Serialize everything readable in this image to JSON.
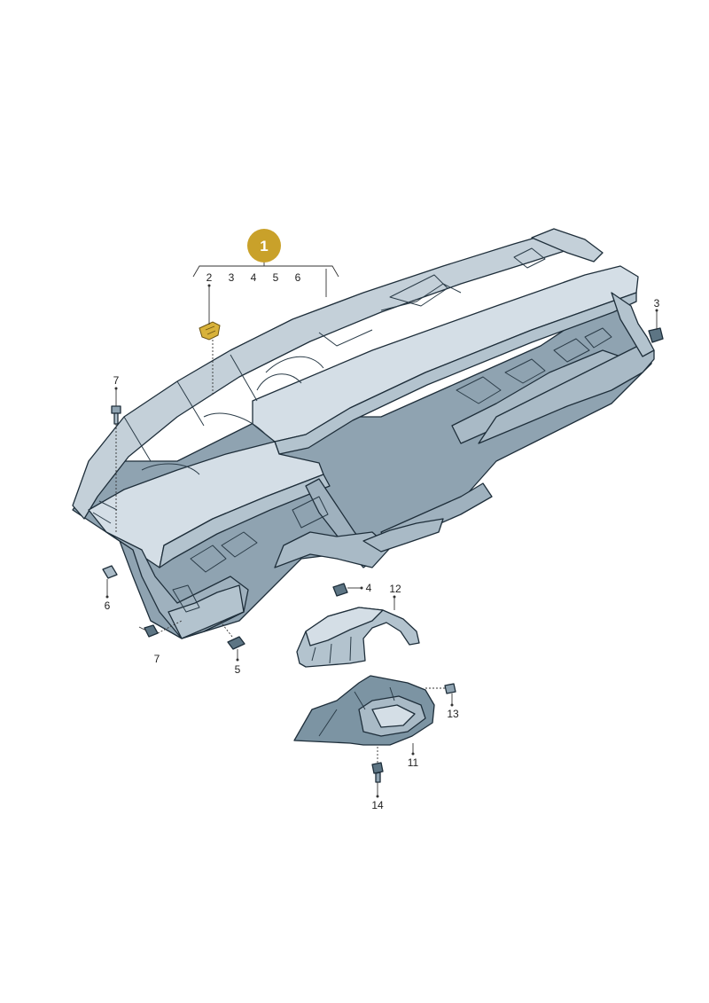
{
  "badge": {
    "label": "1",
    "color": "#c9a12a"
  },
  "callouts": {
    "n2": "2",
    "n3": "3",
    "n4": "4",
    "n5": "5",
    "n6": "6",
    "n3_right": "3",
    "n4_side": "4",
    "n5_bottom": "5",
    "n6_left": "6",
    "n7_top": "7",
    "n7_bottom": "7",
    "n11": "11",
    "n12": "12",
    "n13": "13",
    "n14": "14"
  },
  "colors": {
    "part_fill": "#d4dee6",
    "part_shadow": "#8fa3b1",
    "part_dark": "#5d7584",
    "highlight_part": "#d8b23a"
  }
}
